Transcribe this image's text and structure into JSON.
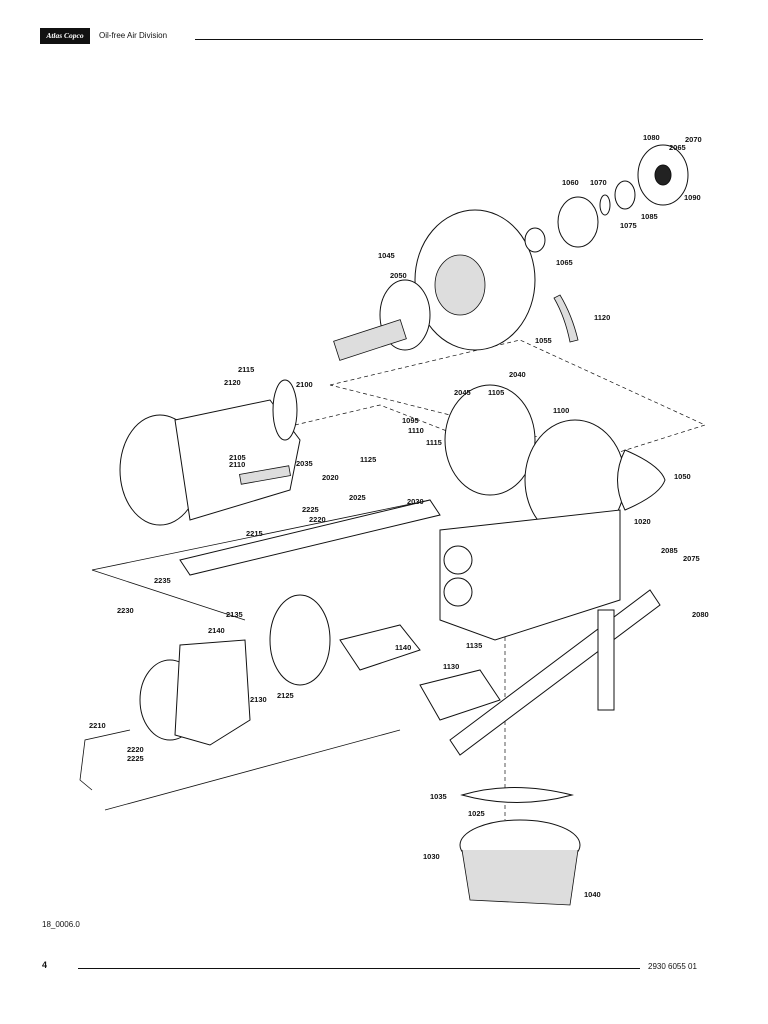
{
  "header": {
    "brand": "Atlas Copco",
    "division": "Oil-free Air Division"
  },
  "footer": {
    "page_number": "4",
    "document_code": "2930 6055 01"
  },
  "figure": {
    "id": "18_0006.0",
    "callouts": [
      "1080",
      "2070",
      "2065",
      "1060",
      "1070",
      "1090",
      "1085",
      "1075",
      "1065",
      "1045",
      "2050",
      "1120",
      "1055",
      "2115",
      "2120",
      "2100",
      "2040",
      "2045",
      "1105",
      "1095",
      "1110",
      "1115",
      "2105",
      "2110",
      "2035",
      "1125",
      "2020",
      "2025",
      "2030",
      "2225",
      "2220",
      "2215",
      "2235",
      "1050",
      "1020",
      "1100",
      "2085",
      "2075",
      "2080",
      "2230",
      "2135",
      "2140",
      "2125",
      "2130",
      "1140",
      "1135",
      "1130",
      "2210",
      "2220",
      "2225",
      "1035",
      "1025",
      "1030",
      "1040"
    ]
  }
}
